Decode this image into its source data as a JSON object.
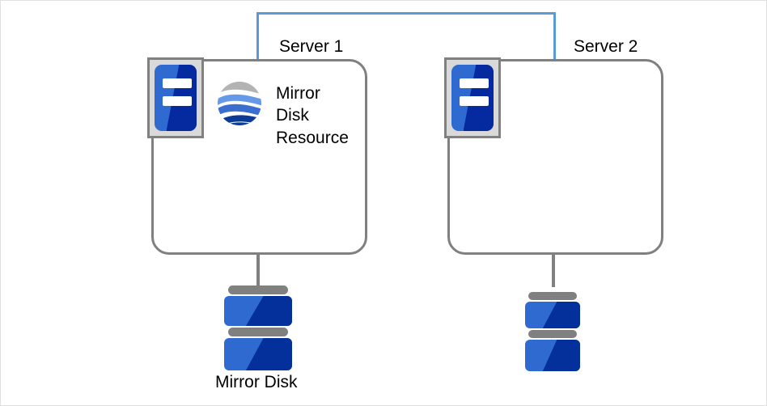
{
  "diagram": {
    "title": "Mirror Disk Resource two-server cluster diagram",
    "colors": {
      "interconnect": "#5b9bd5",
      "enclosure_border": "#808080",
      "icon_blue": "#2f6ad1",
      "icon_dark_blue": "#05299e",
      "icon_frame": "#d9d9d9",
      "globe_gray": "#b3b3b3",
      "globe_light_blue": "#6699e8",
      "globe_mid_blue": "#3a6fd0",
      "globe_dark_blue": "#0b3b94",
      "text": "#000000"
    },
    "servers": [
      {
        "id": "server-1",
        "label": "Server 1"
      },
      {
        "id": "server-2",
        "label": "Server 2"
      }
    ],
    "resource": {
      "icon": "mirror-disk-resource-globe-icon",
      "label_line_1": "Mirror",
      "label_line_2": "Disk",
      "label_line_3": "Resource"
    },
    "disks": [
      {
        "id": "mirror-disk-1",
        "label": "Mirror Disk"
      },
      {
        "id": "mirror-disk-2",
        "label": ""
      }
    ],
    "interconnect": {
      "name": "server-interconnect-link",
      "style": "bracket"
    }
  }
}
